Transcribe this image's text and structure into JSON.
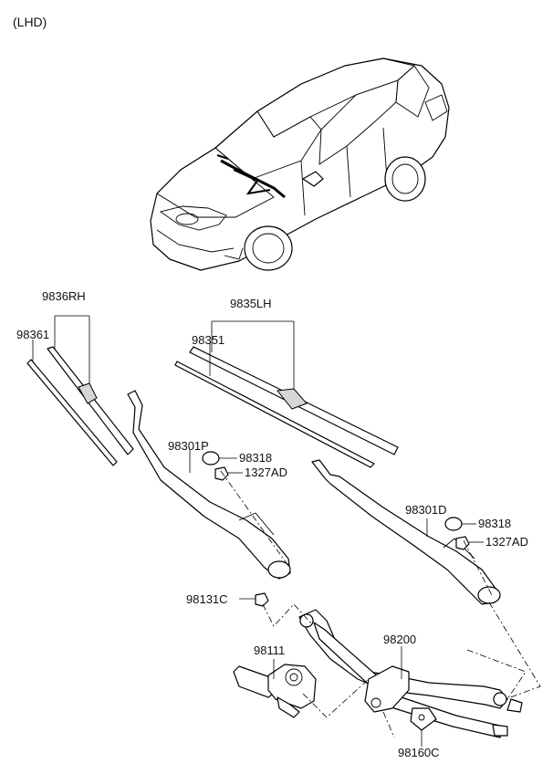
{
  "header": {
    "variant": "(LHD)"
  },
  "parts": {
    "p9836RH": "9836RH",
    "p98361": "98361",
    "p9835LH": "9835LH",
    "p98351": "98351",
    "p98301P": "98301P",
    "p98318_a": "98318",
    "p1327AD_a": "1327AD",
    "p98301D": "98301D",
    "p98318_b": "98318",
    "p1327AD_b": "1327AD",
    "p98131C": "98131C",
    "p98200": "98200",
    "p98111": "98111",
    "p98160C": "98160C"
  }
}
